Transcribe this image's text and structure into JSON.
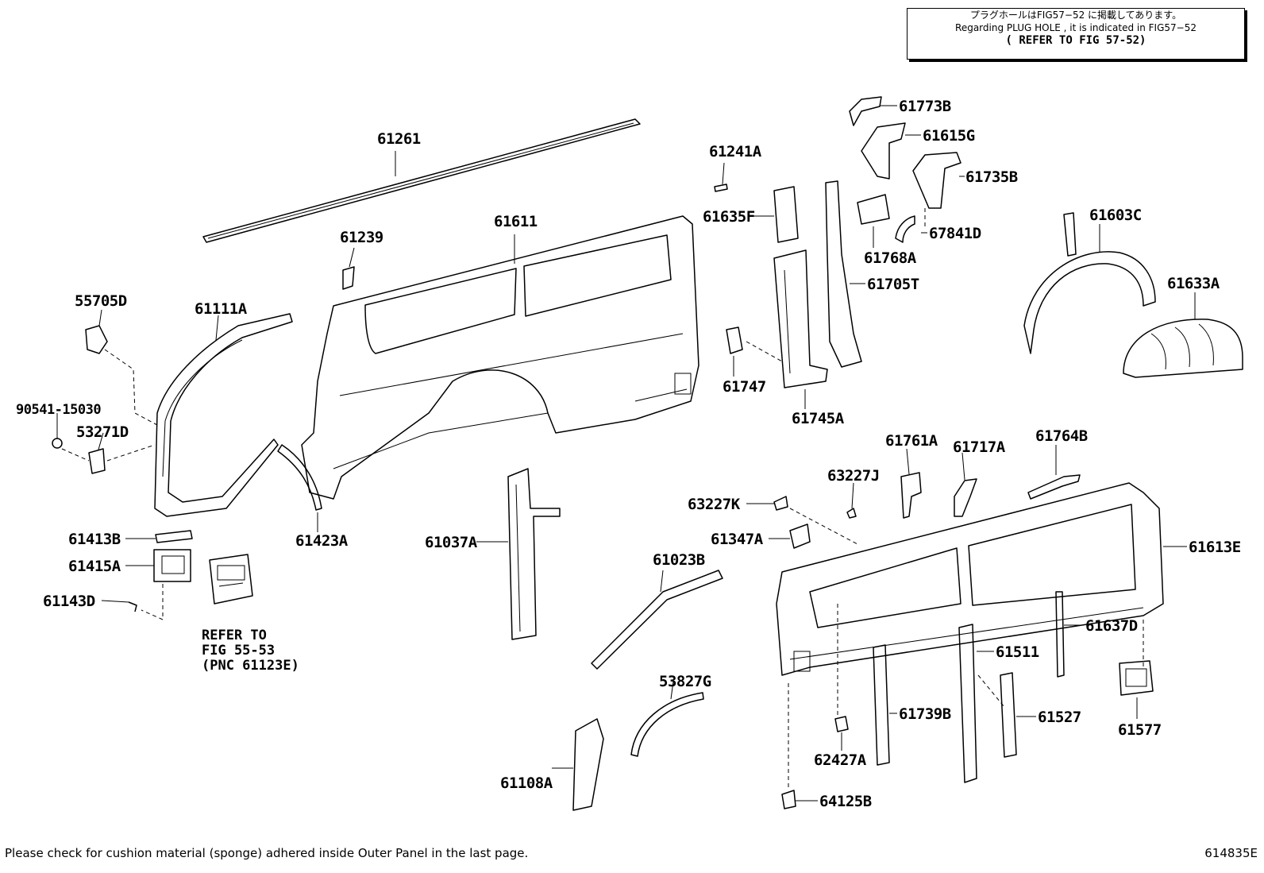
{
  "note": {
    "line1": "プラグホールはFIG57−52 に掲載してあります。",
    "line2": "Regarding PLUG HOLE , it is indicated in FIG57−52",
    "line3": "( REFER TO FIG 57-52)"
  },
  "parts": {
    "p61261": "61261",
    "p61239": "61239",
    "p61611": "61611",
    "p55705D": "55705D",
    "p61111A": "61111A",
    "p90541": "90541-15030",
    "p53271D": "53271D",
    "p61413B": "61413B",
    "p61415A": "61415A",
    "p61143D": "61143D",
    "p61423A": "61423A",
    "p61037A": "61037A",
    "p61241A": "61241A",
    "p61635F": "61635F",
    "p61747": "61747",
    "p61745A": "61745A",
    "p61773B": "61773B",
    "p61615G": "61615G",
    "p61735B": "61735B",
    "p67841D": "67841D",
    "p61768A": "61768A",
    "p61705T": "61705T",
    "p61603C": "61603C",
    "p61633A": "61633A",
    "p61761A": "61761A",
    "p61717A": "61717A",
    "p61764B": "61764B",
    "p63227J": "63227J",
    "p63227K": "63227K",
    "p61347A": "61347A",
    "p61613E": "61613E",
    "p61023B": "61023B",
    "p61637D": "61637D",
    "p61511": "61511",
    "p53827G": "53827G",
    "p61739B": "61739B",
    "p61527": "61527",
    "p61577": "61577",
    "p62427A": "62427A",
    "p61108A": "61108A",
    "p64125B": "64125B"
  },
  "refer": {
    "line1": "REFER TO",
    "line2": "FIG 55-53",
    "line3": "(PNC 61123E)"
  },
  "footer": {
    "note": "Please check for cushion material (sponge) adhered inside Outer Panel in the last page.",
    "figure_id": "614835E"
  }
}
